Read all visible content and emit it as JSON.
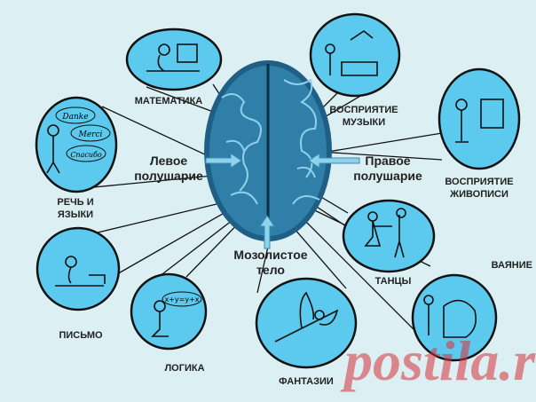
{
  "labels": {
    "math": "МАТЕМАТИКА",
    "music_1": "ВОСПРИЯТИЕ",
    "music_2": "МУЗЫКИ",
    "painting_1": "ВОСПРИЯТИЕ",
    "painting_2": "ЖИВОПИСИ",
    "speech_1": "РЕЧЬ И",
    "speech_2": "ЯЗЫКИ",
    "dance": "ТАНЦЫ",
    "sculpture": "ВАЯНИЕ",
    "writing": "ПИСЬМО",
    "logic": "ЛОГИКА",
    "fantasy": "ФАНТАЗИИ"
  },
  "brain": {
    "left_1": "Левое",
    "left_2": "полушарие",
    "right_1": "Правое",
    "right_2": "полушарие",
    "corpus_1": "Мозолистое",
    "corpus_2": "тело"
  },
  "speech_bubbles": [
    "Danke",
    "Merci",
    "Спасибо"
  ],
  "logic_formula": "x+y=y+x",
  "watermark": "postila.ru",
  "colors": {
    "background": "#dceff3",
    "bubble": "#5ccaee",
    "brain": "#2f7fa8",
    "watermark": "#d9313b"
  }
}
